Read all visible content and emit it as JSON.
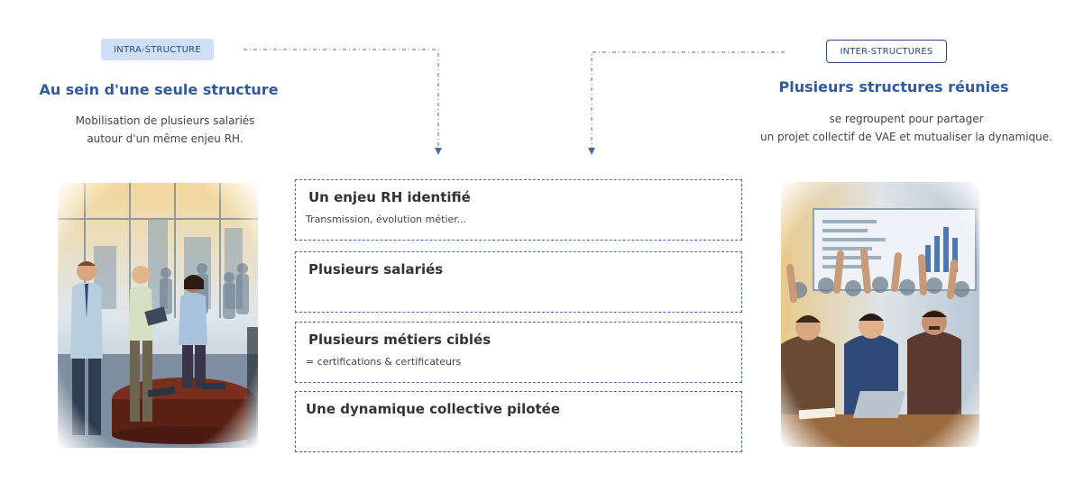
{
  "left": {
    "tag": "INTRA-STRUCTURE",
    "heading": "Au sein d'une seule structure",
    "desc_line1": "Mobilisation de plusieurs salariés",
    "desc_line2": "autour d'un même enjeu RH."
  },
  "right": {
    "tag": "INTER-STRUCTURES",
    "heading": "Plusieurs structures réunies",
    "desc_line1": "se regroupent pour partager",
    "desc_line2": "un projet collectif de VAE et mutualiser la dynamique."
  },
  "boxes": [
    {
      "title": "Un enjeu RH identifié",
      "subtitle": "Transmission, évolution métier..."
    },
    {
      "title": "Plusieurs salariés",
      "subtitle": ""
    },
    {
      "title": "Plusieurs métiers ciblés",
      "subtitle": "= certifications & certificateurs"
    },
    {
      "title": "Une dynamique collective pilotée",
      "subtitle": ""
    }
  ],
  "colors": {
    "accent": "#2f5b9e",
    "connector": "#4a6a9e",
    "tag_fill": "#cfe0f6"
  },
  "icons": {
    "left_illustration": "office-meeting-illustration",
    "right_illustration": "audience-raising-hands-illustration"
  }
}
